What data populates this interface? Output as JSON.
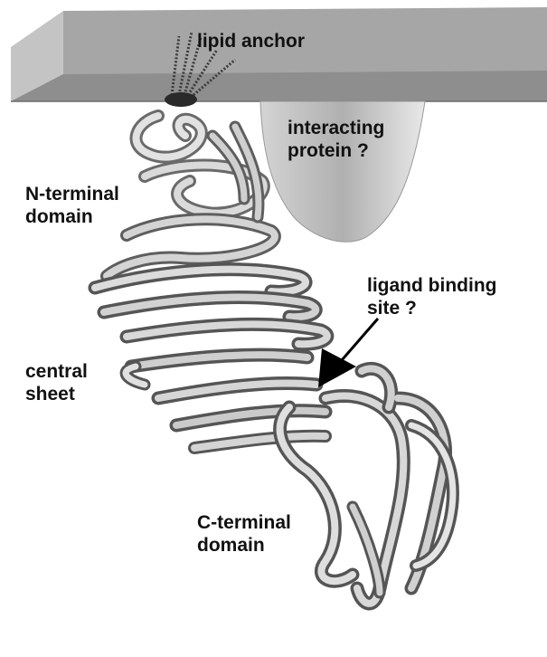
{
  "labels": {
    "lipid_anchor": "lipid anchor",
    "interacting_protein": [
      "interacting",
      "protein ?"
    ],
    "n_terminal": [
      "N-terminal",
      "domain"
    ],
    "ligand_binding": [
      "ligand binding",
      "site ?"
    ],
    "central_sheet": [
      "central",
      "sheet"
    ],
    "c_terminal": [
      "C-terminal",
      "domain"
    ]
  },
  "colors": {
    "membrane_top": "#a8a8a8",
    "membrane_front": "#8a8a8a",
    "protein_shape": "#b8b8b8",
    "ribbon_light": "#e6e6e6",
    "ribbon_dark": "#5a5a5a",
    "arrow": "#000000"
  }
}
